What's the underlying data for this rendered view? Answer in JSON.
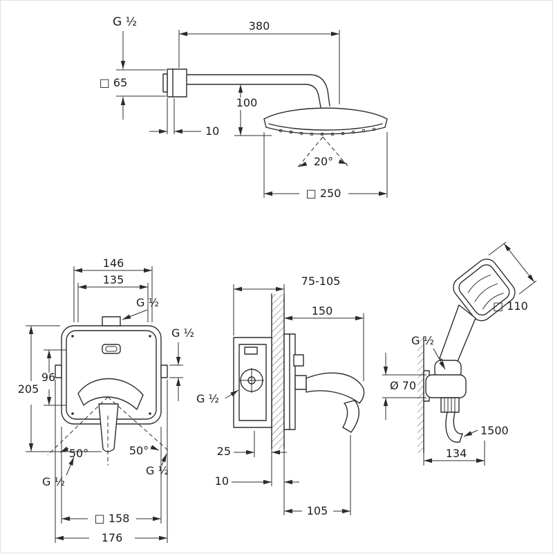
{
  "drawing": {
    "background": "#ffffff",
    "line_color": "#2b2b2b"
  },
  "head_shower": {
    "thread": "G ½",
    "wall_plate": "□ 65",
    "arm_length": "380",
    "head_height": "100",
    "plate_depth": "10",
    "spray_angle": "20°",
    "head_size": "□ 250"
  },
  "mixer_front": {
    "width_upper": "146",
    "width_inner": "135",
    "thread_top": "G ½",
    "thread_side": "G ½",
    "height_total": "205",
    "height_inner": "96",
    "swing_left": "50°",
    "swing_right": "50°",
    "thread_bottom_left": "G ½",
    "thread_bottom_right": "G ½",
    "plate_size": "□ 158",
    "width_total": "176"
  },
  "mixer_side": {
    "install_depth": "75-105",
    "lever_reach": "150",
    "thread": "G ½",
    "depth_rear": "25",
    "wall_gap": "10",
    "front_depth": "105"
  },
  "hand_shower": {
    "head_size": "□ 110",
    "thread": "G ½",
    "holder_diameter": "Ø 70",
    "hose_length": "1500",
    "holder_reach": "134"
  }
}
